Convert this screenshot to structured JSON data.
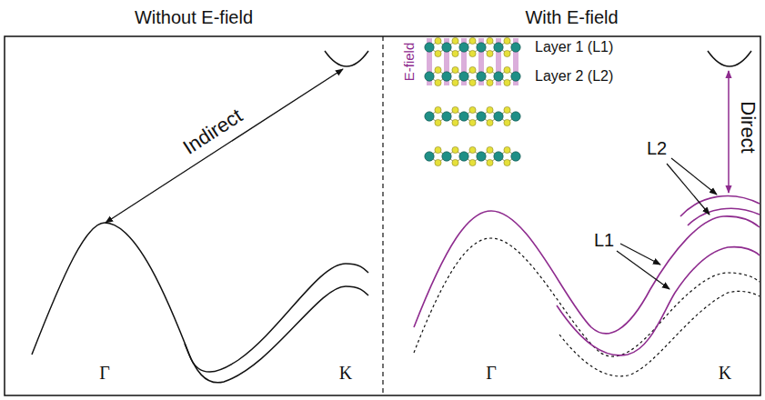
{
  "diagram": {
    "nodes": [
      {
        "text": [
          "Without E-field"
        ]
      },
      {
        "text": [
          "With E-field"
        ]
      }
    ],
    "labels": [
      "Indirect",
      "E-field",
      "Layer 1 (L1)",
      "Layer 2 (L2)",
      "Direct",
      "L2",
      "L1",
      "Γ",
      "K",
      "Γ",
      "K"
    ]
  }
}
